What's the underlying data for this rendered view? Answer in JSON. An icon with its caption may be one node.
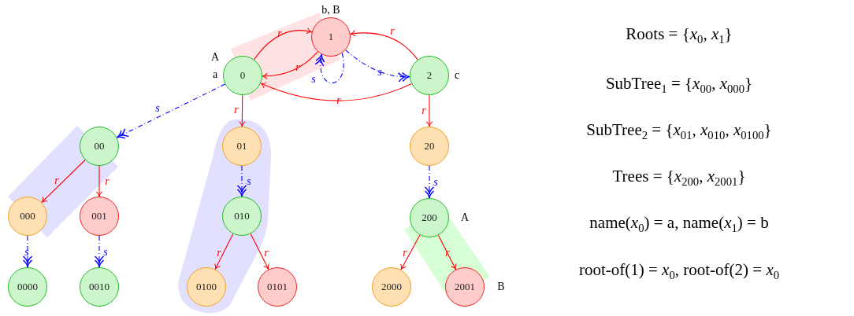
{
  "diagram": {
    "nodes": [
      {
        "text": [
          "0"
        ],
        "beside": [
          "A",
          "a"
        ]
      },
      {
        "text": [
          "1"
        ],
        "beside": [
          "b, B"
        ]
      },
      {
        "text": [
          "2"
        ],
        "beside": [
          "c"
        ]
      },
      {
        "text": [
          "00"
        ]
      },
      {
        "text": [
          "01"
        ]
      },
      {
        "text": [
          "20"
        ]
      },
      {
        "text": [
          "000"
        ]
      },
      {
        "text": [
          "001"
        ]
      },
      {
        "text": [
          "010"
        ]
      },
      {
        "text": [
          "200"
        ],
        "beside": [
          "A"
        ]
      },
      {
        "text": [
          "0000"
        ]
      },
      {
        "text": [
          "0010"
        ]
      },
      {
        "text": [
          "0100"
        ]
      },
      {
        "text": [
          "0101"
        ]
      },
      {
        "text": [
          "2000"
        ]
      },
      {
        "text": [
          "2001"
        ],
        "beside": [
          "B"
        ]
      }
    ],
    "edges": [
      {
        "from": 0,
        "to": 1,
        "arrow": "to",
        "label": "r"
      },
      {
        "from": 1,
        "to": 0,
        "arrow": "to",
        "label": "r"
      },
      {
        "from": 2,
        "to": 1,
        "arrow": "to",
        "label": "r"
      },
      {
        "from": 2,
        "to": 0,
        "arrow": "to",
        "label": "r"
      },
      {
        "from": 1,
        "to": 1,
        "arrow": "to",
        "label": "s",
        "style": "dashed",
        "color": "#0000ff"
      },
      {
        "from": 1,
        "to": 2,
        "arrow": "to",
        "label": "s",
        "style": "dashed",
        "color": "#0000ff"
      },
      {
        "from": 0,
        "to": 3,
        "arrow": "to",
        "label": "s",
        "style": "dashed",
        "color": "#0000ff"
      },
      {
        "from": 0,
        "to": 4,
        "arrow": "to",
        "label": "r"
      },
      {
        "from": 2,
        "to": 5,
        "arrow": "to",
        "label": "r"
      },
      {
        "from": 3,
        "to": 6,
        "arrow": "to",
        "label": "r"
      },
      {
        "from": 3,
        "to": 7,
        "arrow": "to",
        "label": "r"
      },
      {
        "from": 4,
        "to": 8,
        "arrow": "to",
        "label": "s",
        "style": "dashed",
        "color": "#0000ff"
      },
      {
        "from": 6,
        "to": 10,
        "arrow": "to",
        "label": "s",
        "style": "dashed",
        "color": "#0000ff"
      },
      {
        "from": 7,
        "to": 11,
        "arrow": "to",
        "label": "s",
        "style": "dashed",
        "color": "#0000ff"
      },
      {
        "from": 5,
        "to": 9,
        "arrow": "to",
        "label": "s",
        "style": "dashed",
        "color": "#0000ff"
      },
      {
        "from": 8,
        "to": 12,
        "arrow": "to",
        "label": "r"
      },
      {
        "from": 8,
        "to": 13,
        "arrow": "to",
        "label": "r"
      },
      {
        "from": 9,
        "to": 14,
        "arrow": "to",
        "label": "r"
      },
      {
        "from": 9,
        "to": 15,
        "arrow": "to",
        "label": "r"
      }
    ],
    "labels": [
      "Roots = {*x*$_{0}$, *x*$_{1}$}",
      "SubTree$_{1}$ = {*x*$_{00}$, *x*$_{000}$}",
      "SubTree$_{2}$ = {*x*$_{01}$, *x*$_{010}$, *x*$_{0100}$}",
      "Trees = {*x*$_{200}$, *x*$_{2001}$}",
      "name(*x*$_{0}$) = a, name(*x*$_{1}$) = b",
      "root-of(1) = *x*$_{0}$, root-of(2) = *x*$_{0}$"
    ]
  }
}
